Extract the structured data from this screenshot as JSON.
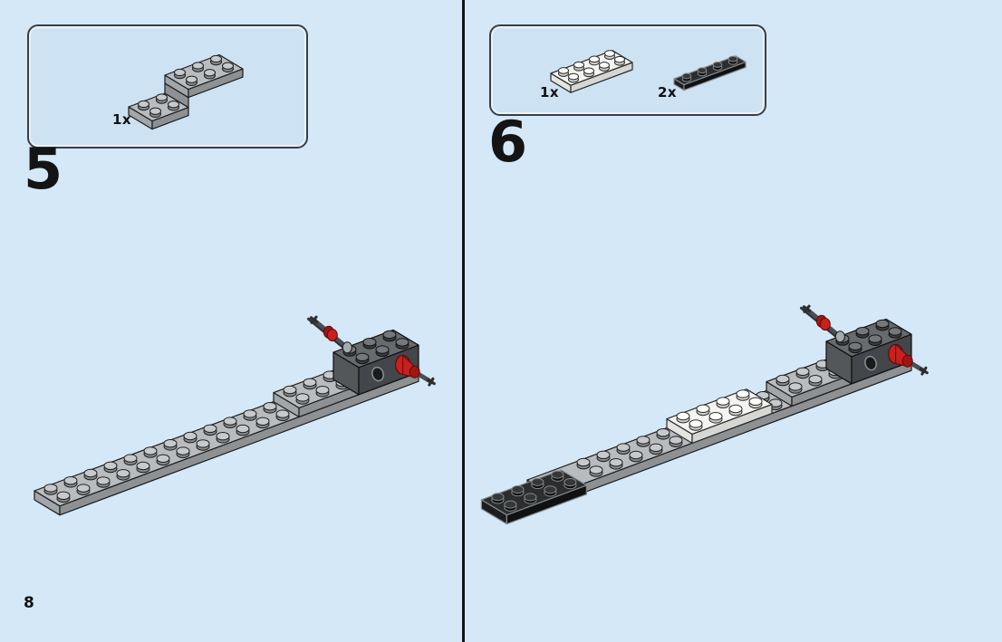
{
  "page": {
    "number": "8"
  },
  "steps": [
    {
      "number": "5",
      "parts": [
        {
          "qty": "1x",
          "piece": "bracket-2x2-2x2-light-gray"
        }
      ]
    },
    {
      "number": "6",
      "parts": [
        {
          "qty": "1x",
          "piece": "plate-2x4-white"
        },
        {
          "qty": "2x",
          "piece": "plate-1x4-black"
        }
      ]
    }
  ],
  "colors": {
    "background": "#d4e8f7",
    "divider": "#141414",
    "box_border": "#3b3e40",
    "lego_light_gray": "#b9bcbe",
    "lego_dark_gray": "#686b6d",
    "lego_white": "#f4f4f2",
    "lego_black": "#2b2d2e",
    "lego_red": "#c9201d",
    "axle_gray": "#4b4f53"
  }
}
